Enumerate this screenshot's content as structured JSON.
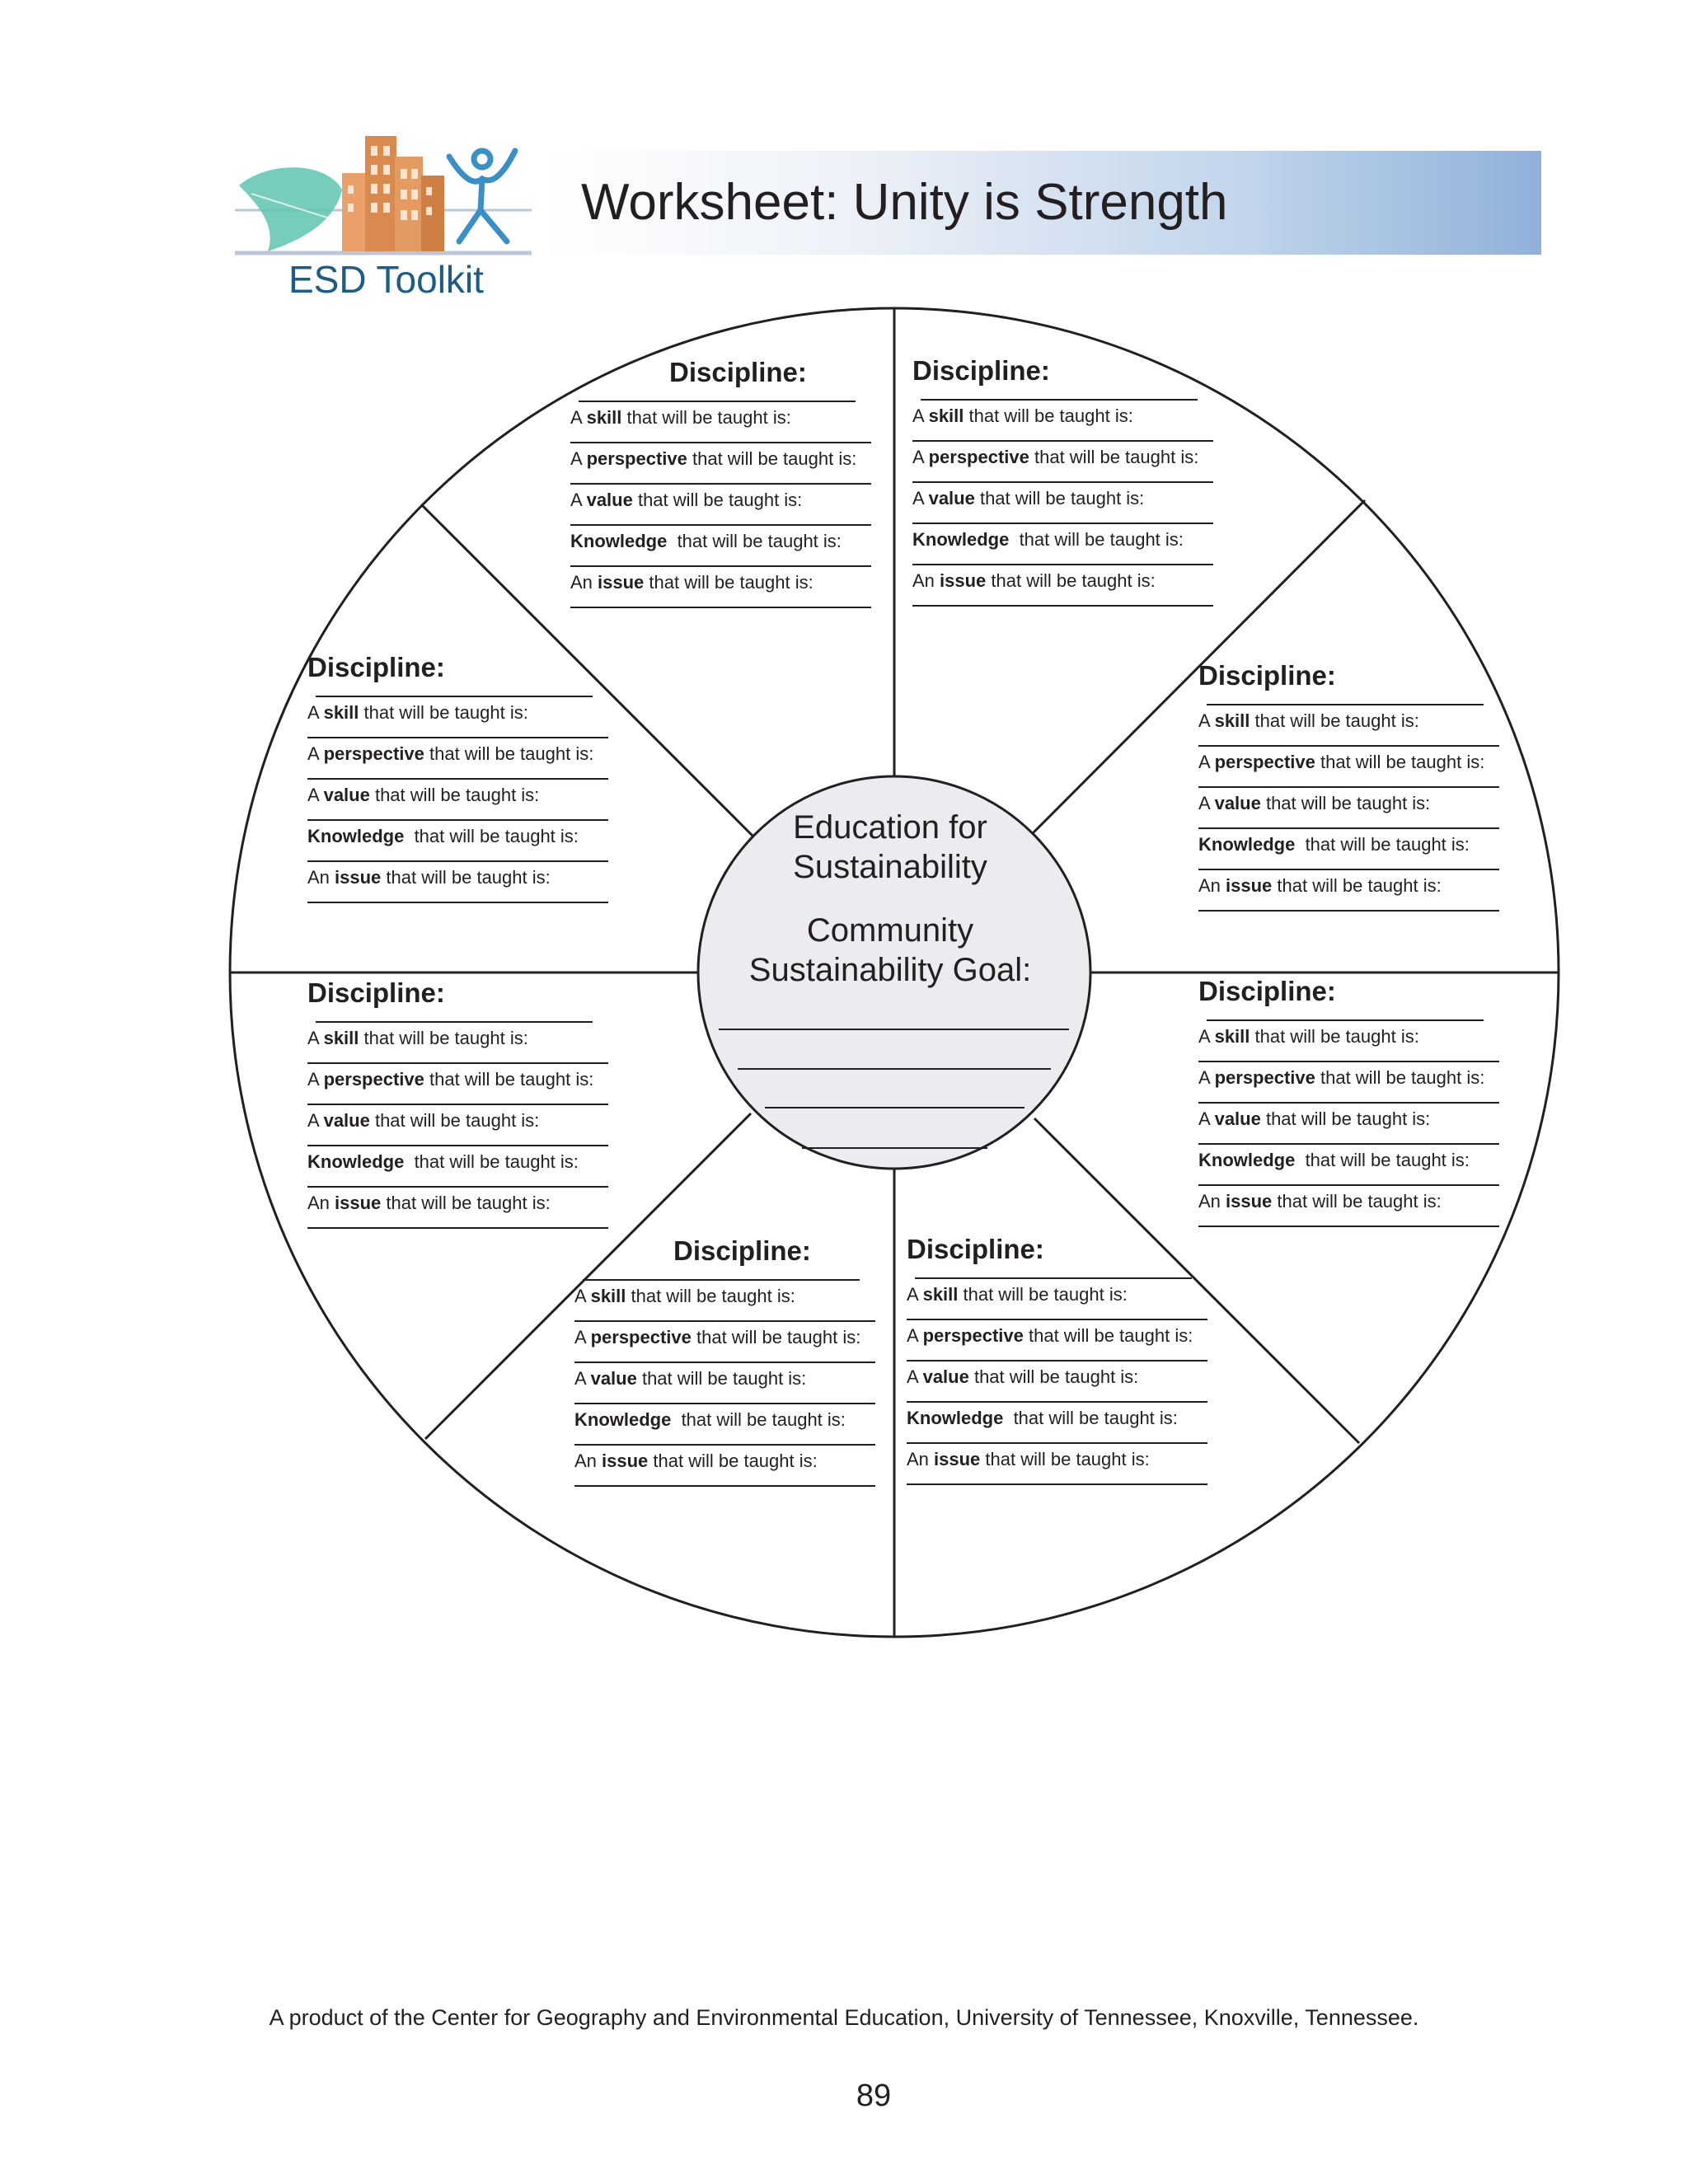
{
  "header": {
    "title": "Worksheet: Unity is Strength",
    "logo_text": "ESD Toolkit"
  },
  "wheel": {
    "center_title": "Education for Sustainability",
    "center_goal_label": "Community Sustainability Goal:",
    "sectors": [
      {
        "discipline": "Discipline:",
        "skill_pre": "A ",
        "skill_b": "skill",
        "skill_post": " that will be taught is:",
        "persp_pre": "A ",
        "persp_b": "perspective",
        "persp_post": " that will be taught is:",
        "value_pre": "A ",
        "value_b": "value",
        "value_post": " that will be taught is:",
        "know_b": "Knowledge",
        "know_post": "  that will be taught is:",
        "issue_pre": "An ",
        "issue_b": "issue",
        "issue_post": " that will be taught is:"
      },
      {
        "discipline": "Discipline:",
        "skill_pre": "A ",
        "skill_b": "skill",
        "skill_post": " that will be taught is:",
        "persp_pre": "A ",
        "persp_b": "perspective",
        "persp_post": " that will be taught is:",
        "value_pre": "A ",
        "value_b": "value",
        "value_post": " that will be taught is:",
        "know_b": "Knowledge",
        "know_post": "  that will be taught is:",
        "issue_pre": "An ",
        "issue_b": "issue",
        "issue_post": " that will be taught is:"
      },
      {
        "discipline": "Discipline:",
        "skill_pre": "A ",
        "skill_b": "skill",
        "skill_post": " that will be taught is:",
        "persp_pre": "A ",
        "persp_b": "perspective",
        "persp_post": " that will be taught is:",
        "value_pre": "A ",
        "value_b": "value",
        "value_post": " that will be taught is:",
        "know_b": "Knowledge",
        "know_post": "  that will be taught is:",
        "issue_pre": "An ",
        "issue_b": "issue",
        "issue_post": " that will be taught is:"
      },
      {
        "discipline": "Discipline:",
        "skill_pre": "A ",
        "skill_b": "skill",
        "skill_post": " that will be taught is:",
        "persp_pre": "A ",
        "persp_b": "perspective",
        "persp_post": " that will be taught is:",
        "value_pre": "A ",
        "value_b": "value",
        "value_post": " that will be taught is:",
        "know_b": "Knowledge",
        "know_post": "  that will be taught is:",
        "issue_pre": "An ",
        "issue_b": "issue",
        "issue_post": " that will be taught is:"
      },
      {
        "discipline": "Discipline:",
        "skill_pre": "A ",
        "skill_b": "skill",
        "skill_post": " that will be taught is:",
        "persp_pre": "A ",
        "persp_b": "perspective",
        "persp_post": " that will be taught is:",
        "value_pre": "A ",
        "value_b": "value",
        "value_post": " that will be taught is:",
        "know_b": "Knowledge",
        "know_post": "  that will be taught is:",
        "issue_pre": "An ",
        "issue_b": "issue",
        "issue_post": " that will be taught is:"
      },
      {
        "discipline": "Discipline:",
        "skill_pre": "A ",
        "skill_b": "skill",
        "skill_post": " that will be taught is:",
        "persp_pre": "A ",
        "persp_b": "perspective",
        "persp_post": " that will be taught is:",
        "value_pre": "A ",
        "value_b": "value",
        "value_post": " that will be taught is:",
        "know_b": "Knowledge",
        "know_post": "  that will be taught is:",
        "issue_pre": "An ",
        "issue_b": "issue",
        "issue_post": " that will be taught is:"
      },
      {
        "discipline": "Discipline:",
        "skill_pre": "A ",
        "skill_b": "skill",
        "skill_post": " that will be taught is:",
        "persp_pre": "A ",
        "persp_b": "perspective",
        "persp_post": " that will be taught is:",
        "value_pre": "A ",
        "value_b": "value",
        "value_post": " that will be taught is:",
        "know_b": "Knowledge",
        "know_post": "  that will be taught is:",
        "issue_pre": "An ",
        "issue_b": "issue",
        "issue_post": " that will be taught is:"
      },
      {
        "discipline": "Discipline:",
        "skill_pre": "A ",
        "skill_b": "skill",
        "skill_post": " that will be taught is:",
        "persp_pre": "A ",
        "persp_b": "perspective",
        "persp_post": " that will be taught is:",
        "value_pre": "A ",
        "value_b": "value",
        "value_post": " that will be taught is:",
        "know_b": "Knowledge",
        "know_post": "  that will be taught is:",
        "issue_pre": "An ",
        "issue_b": "issue",
        "issue_post": " that will be taught is:"
      }
    ]
  },
  "footer": {
    "credit": "A product of the Center for Geography and Environmental Education, University of Tennessee, Knoxville, Tennessee.",
    "page_number": "89"
  },
  "colors": {
    "title_bar_end": "#8fb1da",
    "logo_text": "#1d5c86",
    "building": "#d98a4e",
    "leaf": "#5fc4b0",
    "figure": "#3a8fc7",
    "center_fill": "#ecebef"
  }
}
